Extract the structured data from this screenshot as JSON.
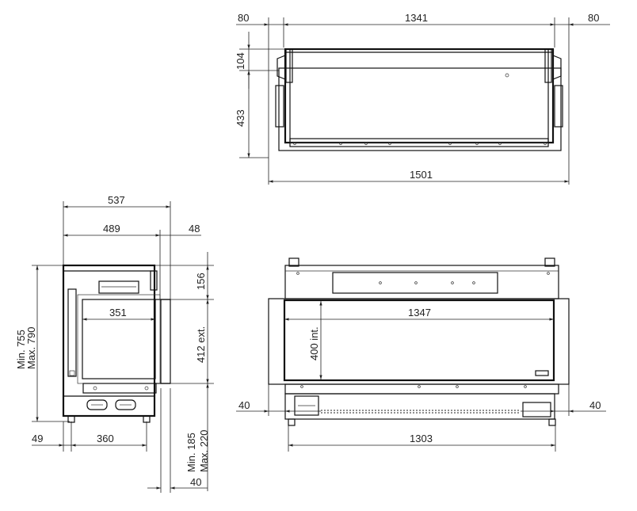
{
  "top_view": {
    "dim_left_margin": "80",
    "dim_inner_width": "1341",
    "dim_right_margin": "80",
    "dim_height_top": "104",
    "dim_height_body": "433",
    "dim_total_width": "1501"
  },
  "side_view": {
    "dim_total_depth": "537",
    "dim_depth": "489",
    "dim_frame": "48",
    "dim_inner_depth": "351",
    "dim_right_top": "156",
    "dim_right_opening": "412 ext.",
    "dim_height_min": "Min. 755",
    "dim_height_max": "Max. 790",
    "dim_foot_offset": "49",
    "dim_foot_span": "360",
    "dim_floor_min": "Min. 185",
    "dim_floor_max": "Max. 220",
    "dim_bottom_frame": "40"
  },
  "front_view": {
    "dim_opening_width": "1347",
    "dim_opening_height": "400 int.",
    "dim_left_frame": "40",
    "dim_right_frame": "40",
    "dim_base_width": "1303"
  }
}
